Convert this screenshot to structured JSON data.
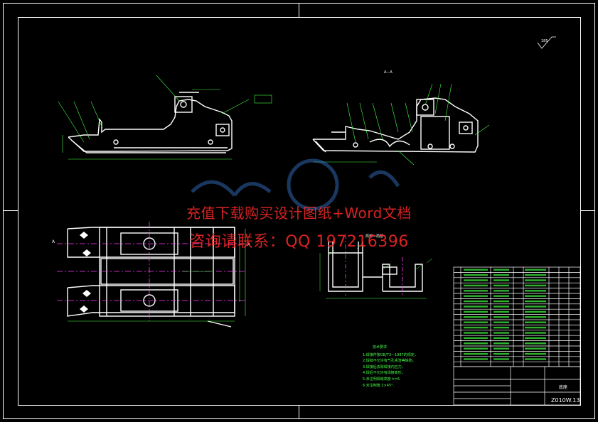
{
  "watermark": {
    "line1": "充值下载购买设计图纸+Word文档",
    "line2": "咨询请联系：QQ 197216396"
  },
  "title_block": {
    "drawing_no": "Z010W.13",
    "name": "底座",
    "roughness": "185"
  },
  "section_labels": {
    "aa": "A—A",
    "a_left": "A",
    "a_right": "A",
    "partial": "局部—局部"
  },
  "tech_notes": {
    "heading": "技术要求",
    "items": [
      "1.焊接件按GB/T3—1987的规定。",
      "2.焊缝不允许有气孔夹渣等缺陷。",
      "3.焊接后去除焊接内应力。",
      "4.焊后不允许有焊接变形。",
      "5.未注明焊缝高度 h=6.",
      "6.未注倒角 2×45°."
    ]
  },
  "colors": {
    "background": "#000000",
    "outline": "#ffffff",
    "center_line": "#ff3cff",
    "dimension": "#44ff44",
    "watermark": "#ff2a2a",
    "watermark_logo": "#3a7bd5"
  }
}
